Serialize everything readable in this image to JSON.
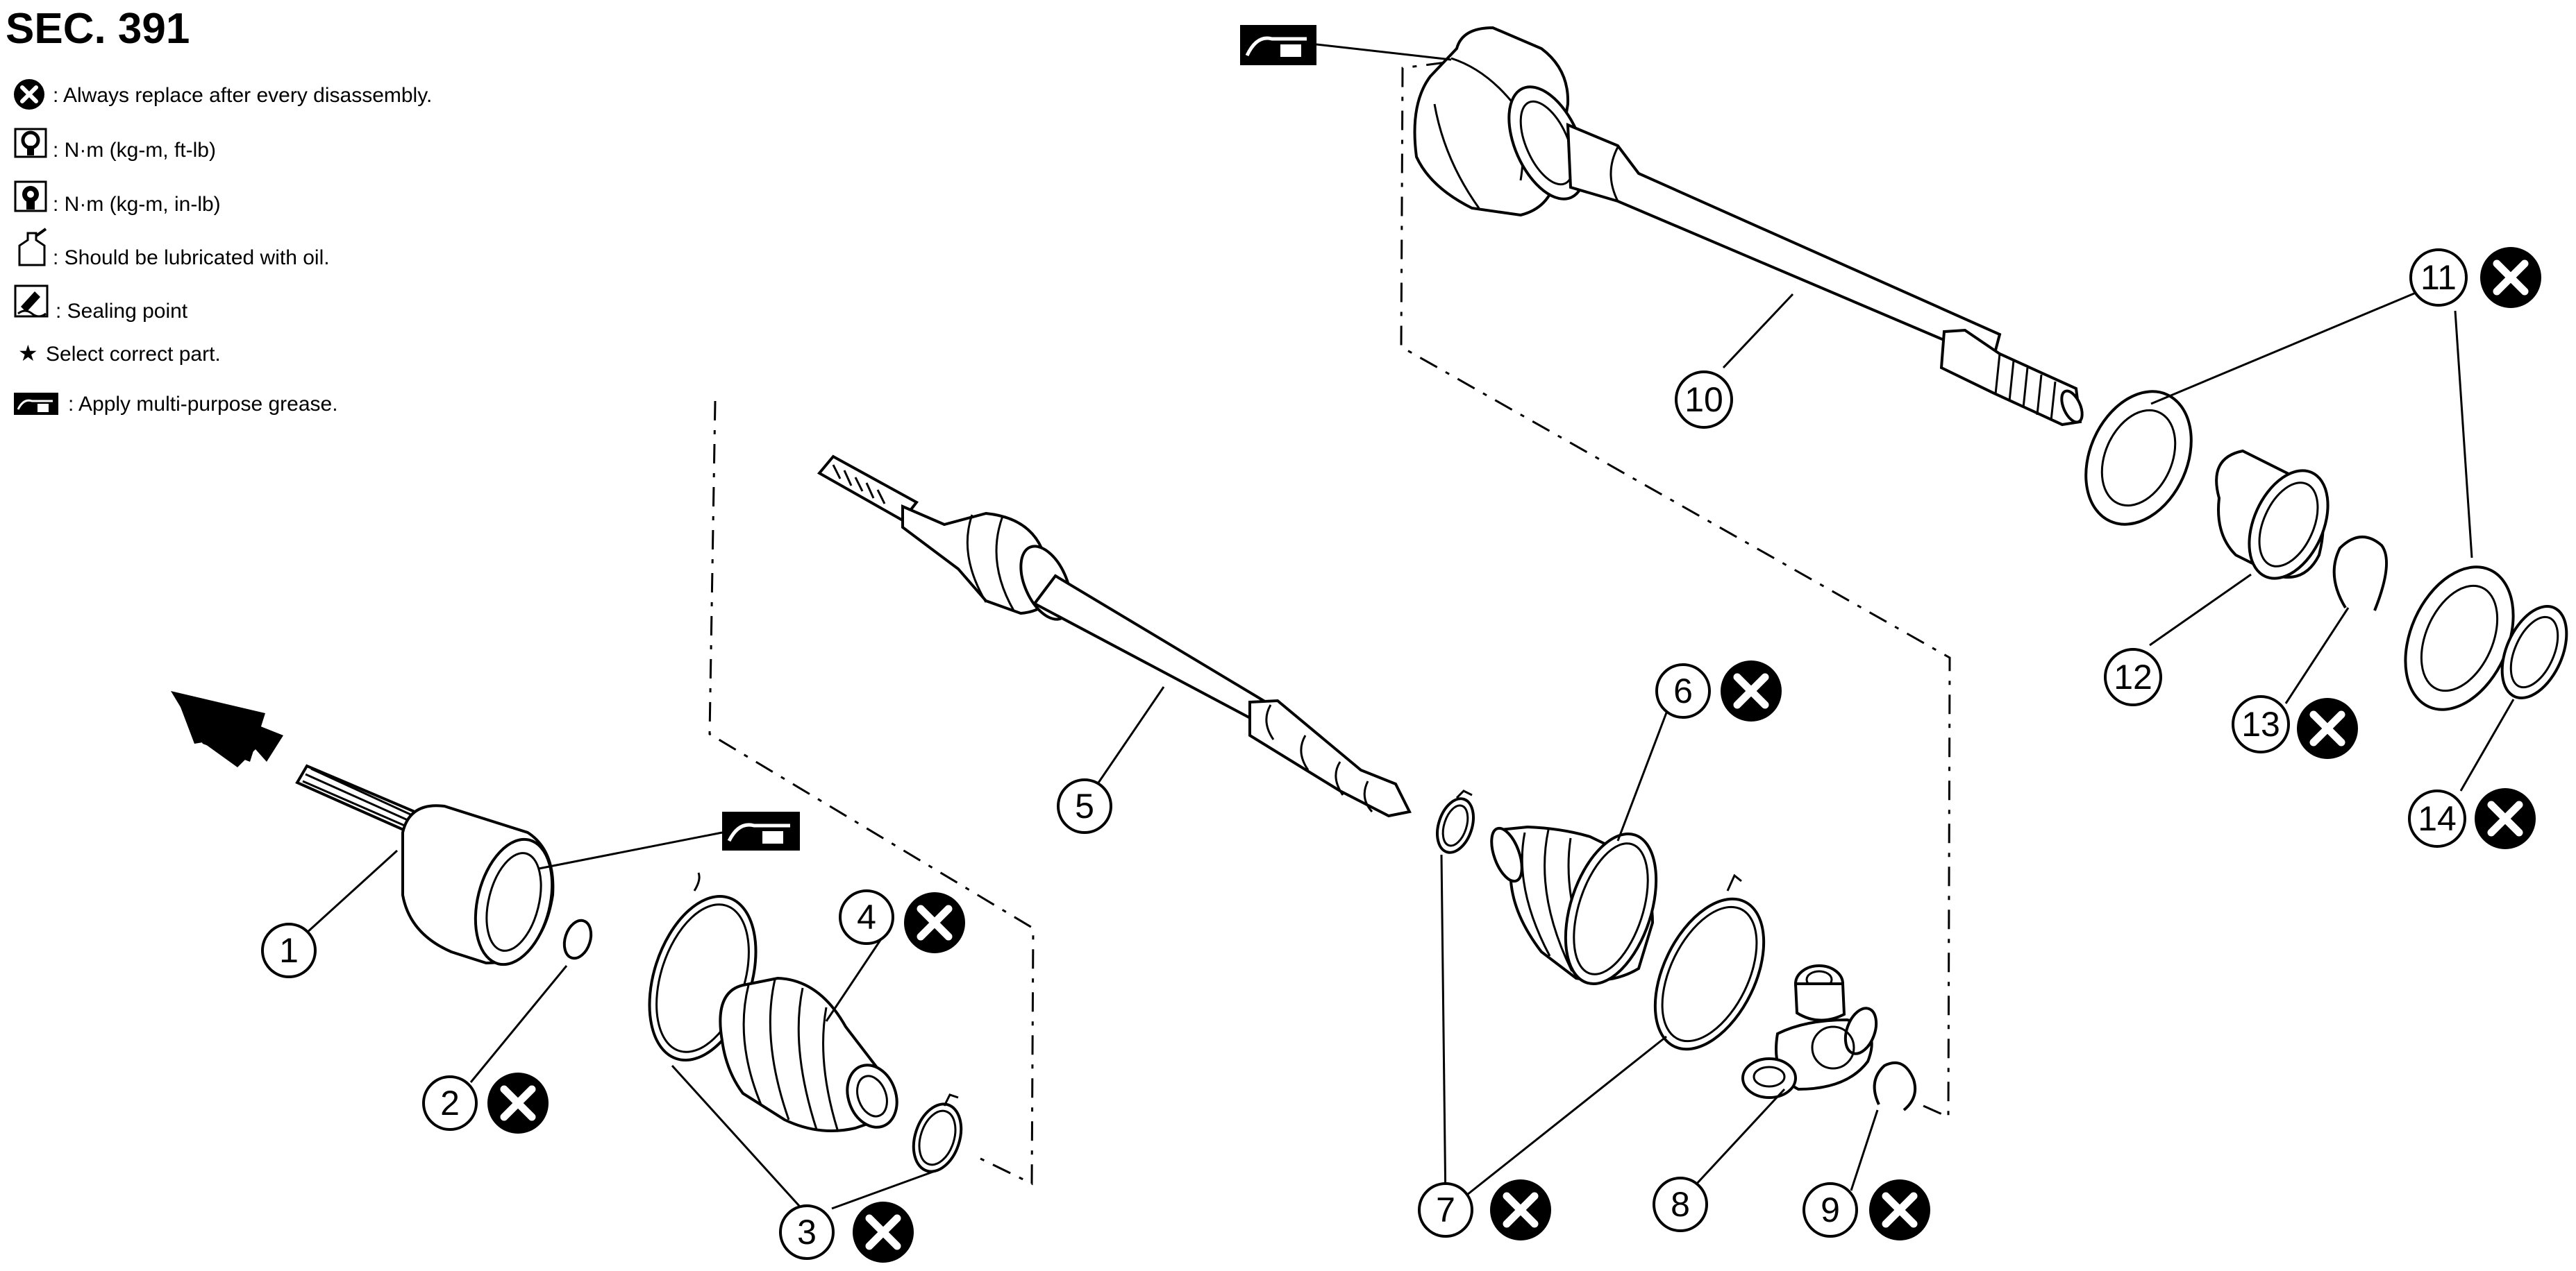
{
  "section_title": "SEC. 391",
  "legend": {
    "items": [
      {
        "icon": "replace-x-icon",
        "text": ": Always replace after every disassembly."
      },
      {
        "icon": "torque-wrench-icon",
        "text": ": N·m (kg-m, ft-lb)"
      },
      {
        "icon": "torque-wrench-inlb-icon",
        "text": ": N·m (kg-m, in-lb)"
      },
      {
        "icon": "oil-can-icon",
        "text": ": Should be lubricated with oil."
      },
      {
        "icon": "sealant-icon",
        "text": ": Sealing point"
      },
      {
        "icon": "star-icon",
        "text": "Select correct part."
      },
      {
        "icon": "grease-gun-icon",
        "text": ": Apply multi-purpose grease."
      }
    ],
    "star_glyph": "★"
  },
  "callouts": [
    {
      "number": "1",
      "replace": false
    },
    {
      "number": "2",
      "replace": true
    },
    {
      "number": "3",
      "replace": true
    },
    {
      "number": "4",
      "replace": true
    },
    {
      "number": "5",
      "replace": false
    },
    {
      "number": "6",
      "replace": true
    },
    {
      "number": "7",
      "replace": true
    },
    {
      "number": "8",
      "replace": false
    },
    {
      "number": "9",
      "replace": true
    },
    {
      "number": "10",
      "replace": false
    },
    {
      "number": "11",
      "replace": true
    },
    {
      "number": "12",
      "replace": false
    },
    {
      "number": "13",
      "replace": true
    },
    {
      "number": "14",
      "replace": true
    }
  ]
}
